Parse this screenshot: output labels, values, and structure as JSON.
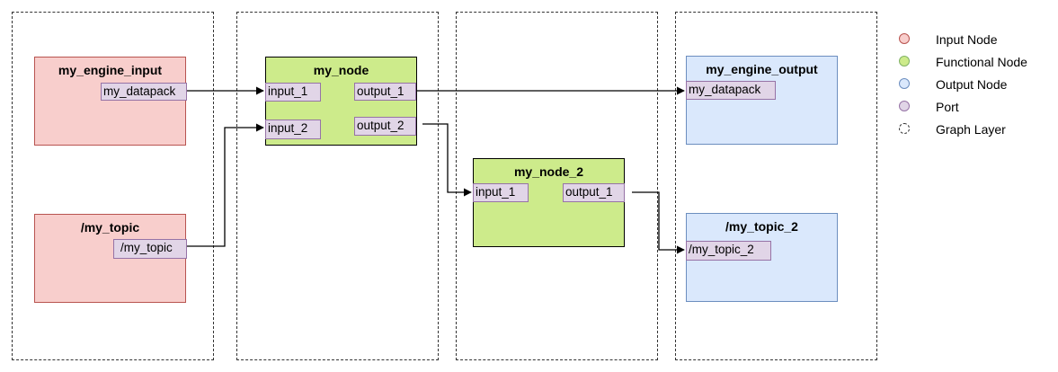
{
  "nodes": {
    "my_engine_input": {
      "title": "my_engine_input",
      "port": "my_datapack"
    },
    "my_topic": {
      "title": "/my_topic",
      "port": "/my_topic"
    },
    "my_node": {
      "title": "my_node",
      "in1": "input_1",
      "in2": "input_2",
      "out1": "output_1",
      "out2": "output_2"
    },
    "my_node_2": {
      "title": "my_node_2",
      "in1": "input_1",
      "out1": "output_1"
    },
    "my_engine_output": {
      "title": "my_engine_output",
      "port": "my_datapack"
    },
    "my_topic_2": {
      "title": "/my_topic_2",
      "port": "/my_topic_2"
    }
  },
  "legend": [
    {
      "label": "Input Node",
      "color": "#f8cecc",
      "border": "#b85450"
    },
    {
      "label": "Functional Node",
      "color": "#cdeb8b",
      "border": "#82b366"
    },
    {
      "label": "Output Node",
      "color": "#dae8fc",
      "border": "#6c8ebf"
    },
    {
      "label": "Port",
      "color": "#e1d5e7",
      "border": "#9673a6"
    },
    {
      "label": "Graph Layer",
      "color": "#ffffff",
      "border": "#333333"
    }
  ]
}
